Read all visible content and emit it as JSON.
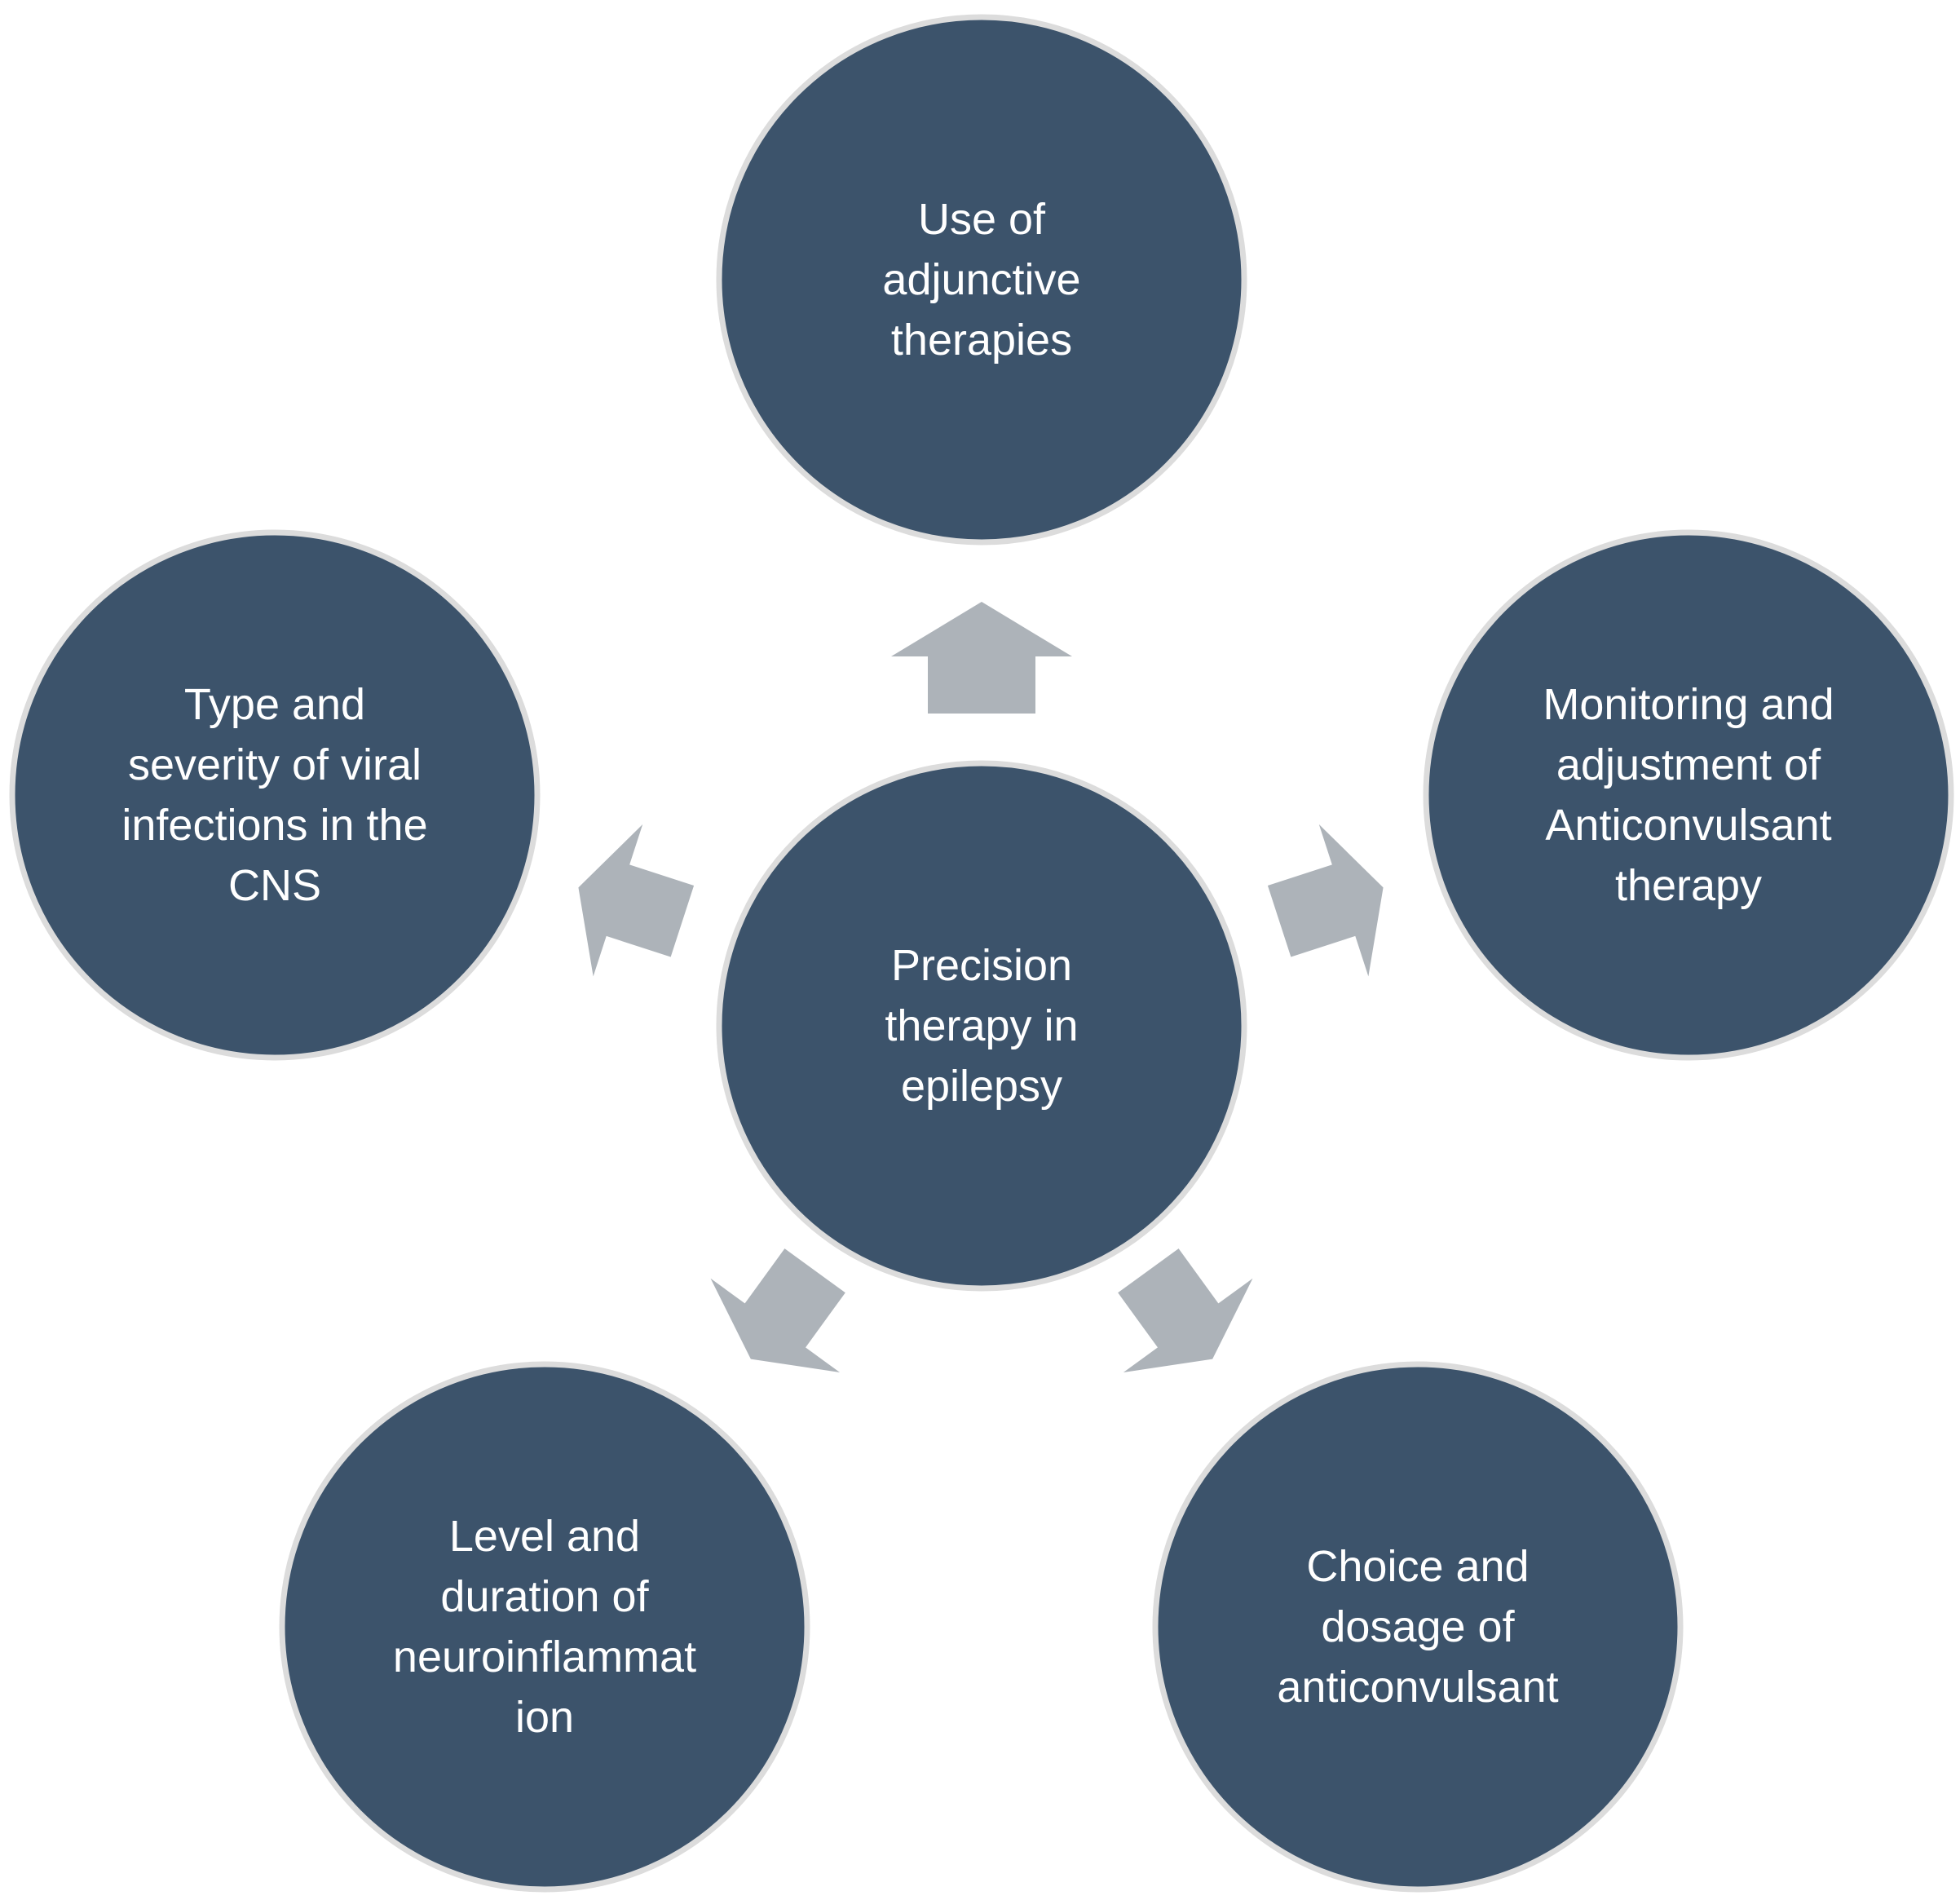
{
  "center": {
    "lines": [
      "Precision",
      "therapy in",
      "epilepsy"
    ]
  },
  "nodes": [
    {
      "id": "top",
      "lines": [
        "Use of",
        "adjunctive",
        "therapies"
      ]
    },
    {
      "id": "right",
      "lines": [
        "Monitoring and",
        "adjustment of",
        "Anticonvulsant",
        "therapy"
      ]
    },
    {
      "id": "bottom-right",
      "lines": [
        "Choice and",
        "dosage of",
        "anticonvulsant"
      ]
    },
    {
      "id": "bottom-left",
      "lines": [
        "Level and",
        "duration of",
        "neuroinflammat",
        "ion"
      ]
    },
    {
      "id": "left",
      "lines": [
        "Type and",
        "severity of viral",
        "infections in the",
        "CNS"
      ]
    }
  ],
  "colors": {
    "node_fill": "#3c536b",
    "node_stroke": "#dcdcdc",
    "arrow_fill": "#adb3b9",
    "text": "#ffffff"
  }
}
